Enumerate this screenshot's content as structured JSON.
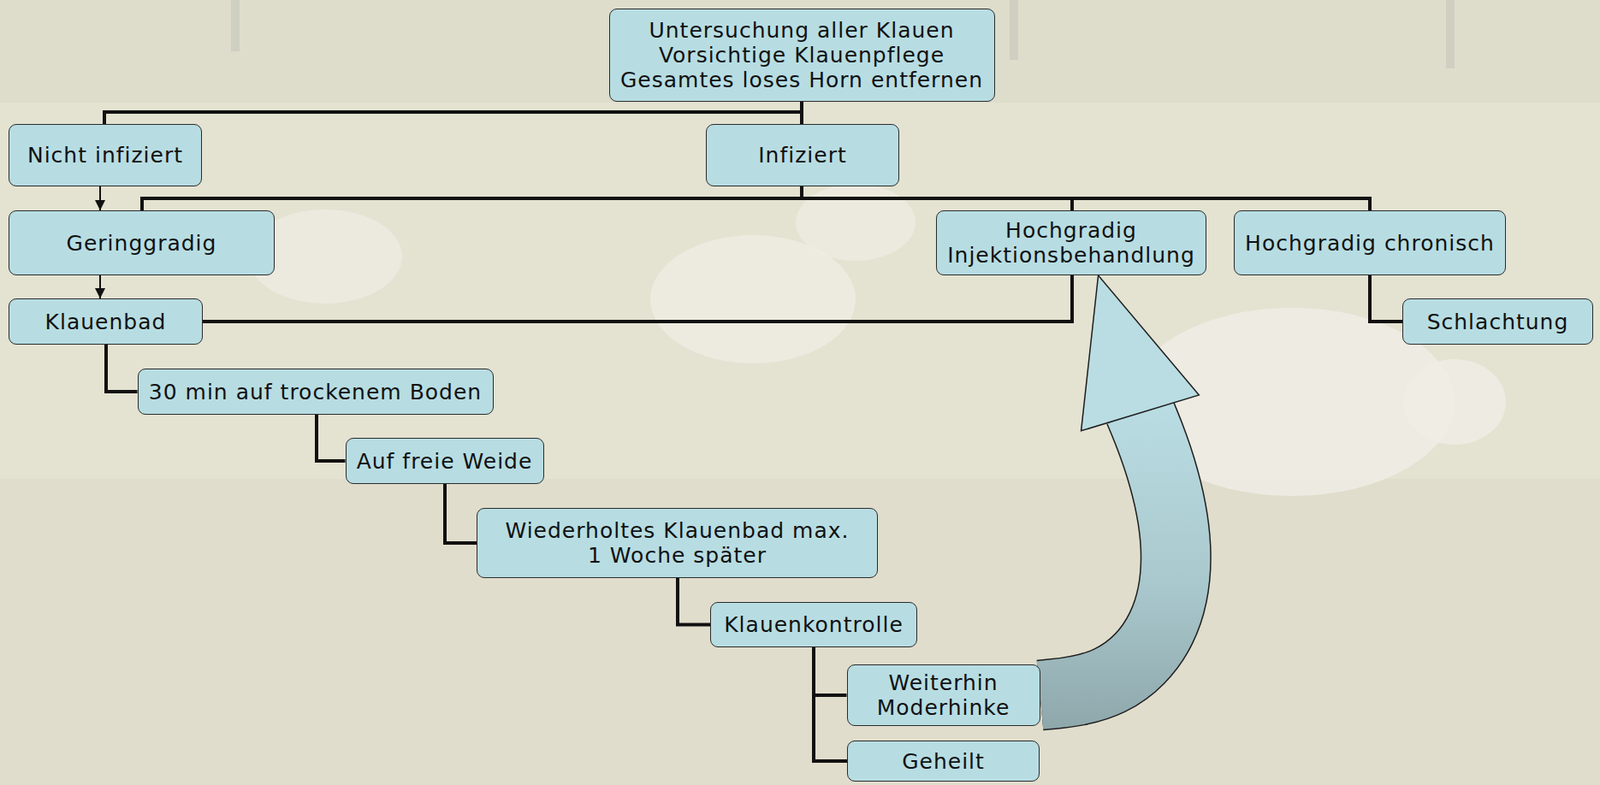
{
  "diagram": {
    "nodes": [
      {
        "text": [
          "Untersuchung aller Klauen",
          "Vorsichtige Klauenpflege",
          "Gesamtes loses Horn entfernen"
        ]
      },
      {
        "text": [
          "Nicht infiziert"
        ]
      },
      {
        "text": [
          "Infiziert"
        ]
      },
      {
        "text": [
          "Geringgradig"
        ]
      },
      {
        "text": [
          "Hochgradig",
          "Injektionsbehandlung"
        ]
      },
      {
        "text": [
          "Hochgradig chronisch"
        ]
      },
      {
        "text": [
          "Klauenbad"
        ]
      },
      {
        "text": [
          "Schlachtung"
        ]
      },
      {
        "text": [
          "30 min auf trockenem Boden"
        ]
      },
      {
        "text": [
          "Auf freie Weide"
        ]
      },
      {
        "text": [
          "Wiederholtes Klauenbad max. 1 Woche später"
        ]
      },
      {
        "text": [
          "Klauenkontrolle"
        ]
      },
      {
        "text": [
          "Weiterhin Moderhinke"
        ]
      },
      {
        "text": [
          "Geheilt"
        ]
      }
    ],
    "edges": [
      {
        "from": 0,
        "to": 1,
        "arrow": "none"
      },
      {
        "from": 0,
        "to": 2,
        "arrow": "none"
      },
      {
        "from": 1,
        "to": 3,
        "arrow": "to"
      },
      {
        "from": 2,
        "to": 3,
        "arrow": "none"
      },
      {
        "from": 2,
        "to": 4,
        "arrow": "none"
      },
      {
        "from": 2,
        "to": 5,
        "arrow": "none"
      },
      {
        "from": 3,
        "to": 6,
        "arrow": "to"
      },
      {
        "from": 4,
        "to": 6,
        "arrow": "none"
      },
      {
        "from": 5,
        "to": 7,
        "arrow": "none"
      },
      {
        "from": 6,
        "to": 8,
        "arrow": "none"
      },
      {
        "from": 8,
        "to": 9,
        "arrow": "none"
      },
      {
        "from": 9,
        "to": 10,
        "arrow": "none"
      },
      {
        "from": 10,
        "to": 11,
        "arrow": "none"
      },
      {
        "from": 11,
        "to": 12,
        "arrow": "none"
      },
      {
        "from": 11,
        "to": 13,
        "arrow": "none"
      },
      {
        "from": 12,
        "to": 4,
        "arrow": "to"
      }
    ]
  }
}
